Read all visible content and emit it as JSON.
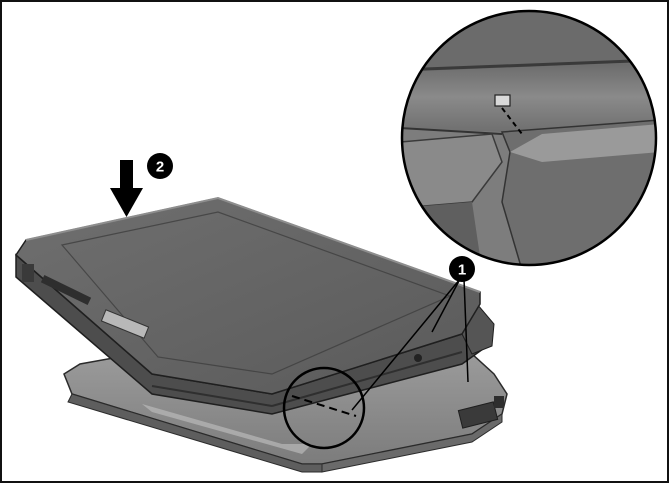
{
  "callouts": [
    {
      "label": "1",
      "meaning": "alignment-guides"
    },
    {
      "label": "2",
      "meaning": "lower-computer-direction"
    }
  ],
  "colors": {
    "border": "#111111",
    "computer_dark": "#4a4a4a",
    "computer_mid": "#707070",
    "computer_light": "#9a9a9a",
    "base_light": "#8f8f8f",
    "callout_fill": "#000000"
  }
}
